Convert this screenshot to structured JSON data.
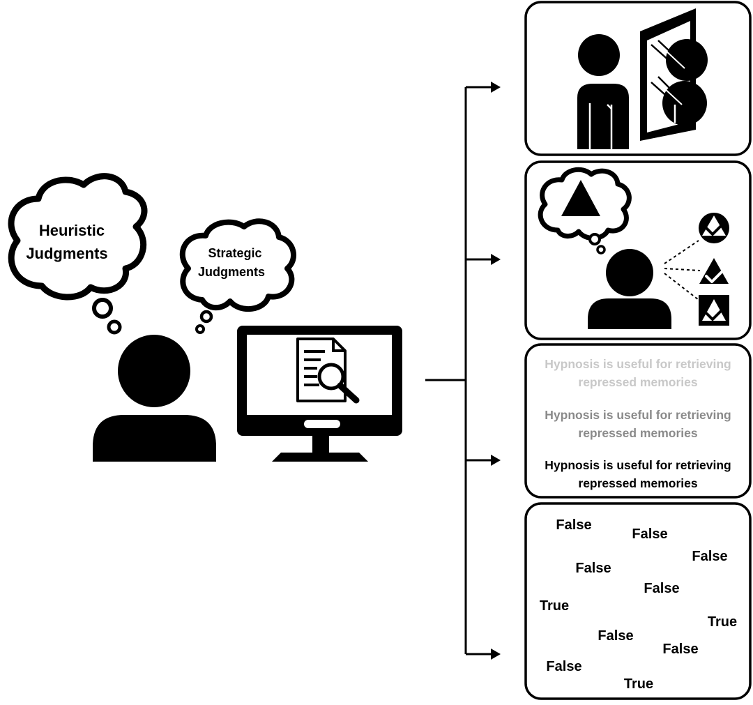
{
  "thoughts": {
    "heuristic_line1": "Heuristic",
    "heuristic_line2": "Judgments",
    "strategic_line1": "Strategic",
    "strategic_line2": "Judgments"
  },
  "panel_fluency": {
    "line1": "Hypnosis is useful for retrieving",
    "line2": "repressed memories",
    "contrast_colors": [
      "#c8c8c8",
      "#8a8a8a",
      "#000000"
    ]
  },
  "panel_repetition": {
    "words": [
      "False",
      "False",
      "False",
      "False",
      "False",
      "True",
      "True",
      "False",
      "False",
      "False",
      "True"
    ]
  }
}
